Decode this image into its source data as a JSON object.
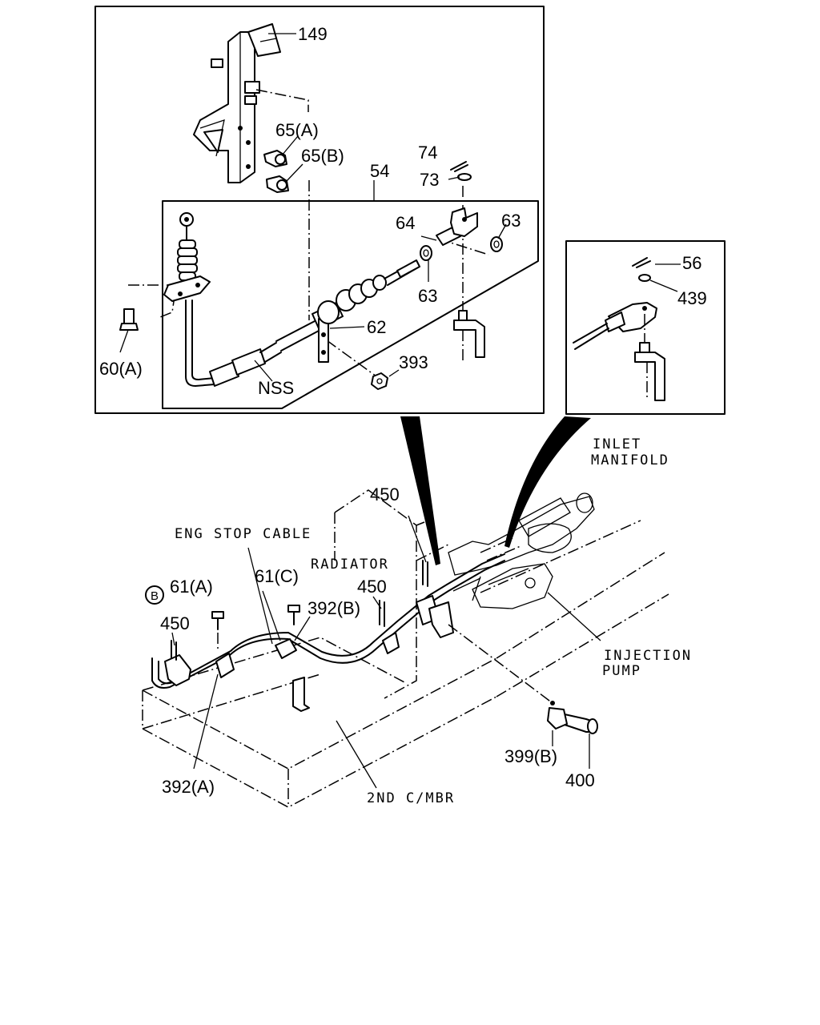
{
  "labels": {
    "p149": "149",
    "p65a": "65(A)",
    "p65b": "65(B)",
    "p74": "74",
    "p73": "73",
    "p54": "54",
    "p64": "64",
    "p63a": "63",
    "p63b": "63",
    "p62": "62",
    "p60a": "60(A)",
    "p393": "393",
    "nss": "NSS",
    "p56": "56",
    "p439": "439",
    "inlet_manifold_1": "INLET",
    "inlet_manifold_2": "MANIFOLD",
    "p450a": "450",
    "eng_stop_cable": "ENG STOP CABLE",
    "radiator": "RADIATOR",
    "p61c": "61(C)",
    "p450b": "450",
    "p61a": "61(A)",
    "circle_b": "B",
    "p392b": "392(B)",
    "p450c": "450",
    "injection_pump_1": "INJECTION",
    "injection_pump_2": "PUMP",
    "p399b": "399(B)",
    "p400": "400",
    "p392a": "392(A)",
    "second_cmbr": "2ND C/MBR"
  }
}
